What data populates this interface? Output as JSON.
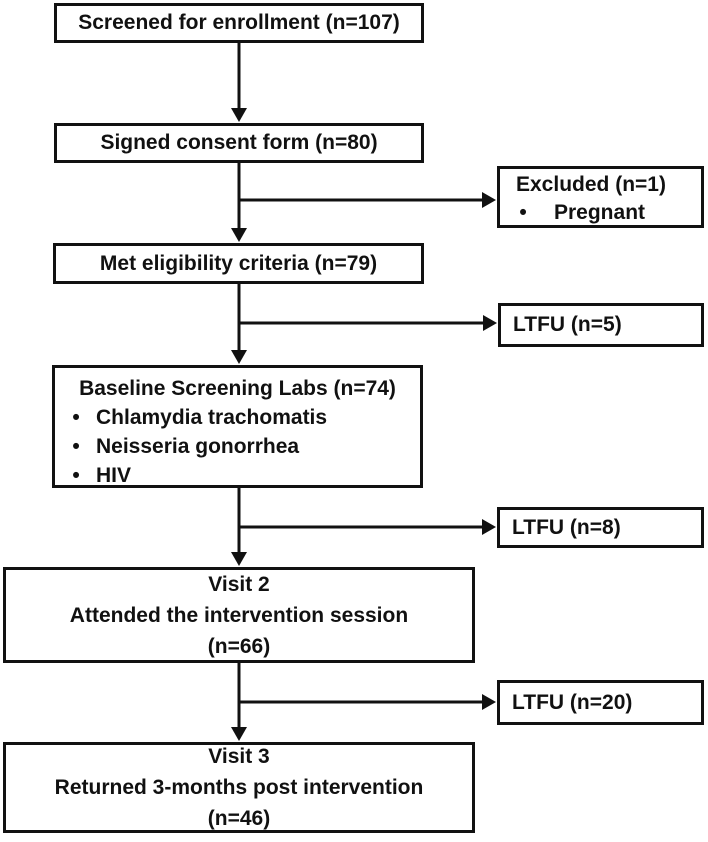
{
  "flow": {
    "screened": {
      "label": "Screened for enrollment (n=107)"
    },
    "consent": {
      "label": "Signed consent form (n=80)"
    },
    "excluded": {
      "title": "Excluded (n=1)",
      "items": [
        "Pregnant"
      ]
    },
    "eligibility": {
      "label": "Met eligibility criteria (n=79)"
    },
    "ltfu_after_eligibility": {
      "label": "LTFU (n=5)"
    },
    "baseline": {
      "title": "Baseline Screening Labs (n=74)",
      "items": [
        "Chlamydia trachomatis",
        "Neisseria gonorrhea",
        "HIV"
      ]
    },
    "ltfu_after_baseline": {
      "label": "LTFU (n=8)"
    },
    "visit2": {
      "lines": [
        "Visit 2",
        "Attended the intervention session",
        "(n=66)"
      ]
    },
    "ltfu_after_visit2": {
      "label": "LTFU (n=20)"
    },
    "visit3": {
      "lines": [
        "Visit 3",
        "Returned 3-months post intervention",
        "(n=46)"
      ]
    }
  },
  "glyphs": {
    "bullet": "•"
  },
  "colors": {
    "line": "#111111",
    "text": "#111111",
    "background": "#ffffff"
  }
}
